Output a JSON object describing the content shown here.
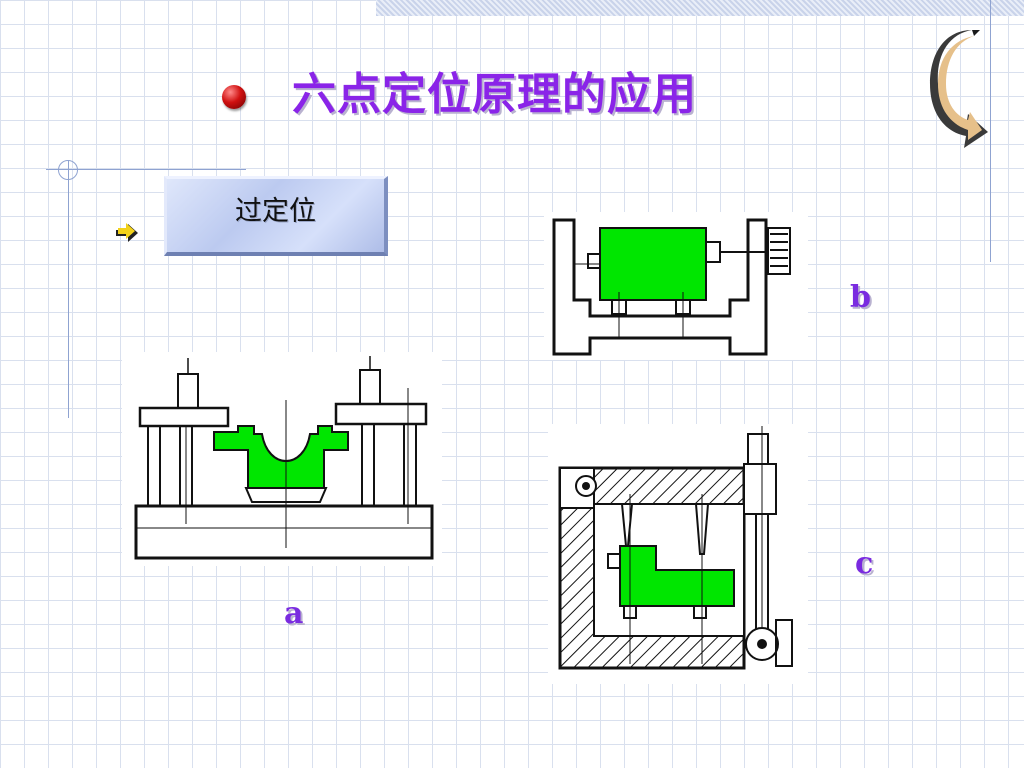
{
  "slide": {
    "title": "六点定位原理的应用",
    "label_box": "过定位",
    "figure_labels": {
      "a": "a",
      "b": "b",
      "c": "c"
    },
    "colors": {
      "title": "#8a24e8",
      "workpiece": "#00e600",
      "bullet": "#d01010",
      "label_letters": "#7a2be0"
    },
    "icons": [
      "red-ball-bullet-icon",
      "arrow-bullet-icon",
      "curved-arrow-icon"
    ]
  }
}
